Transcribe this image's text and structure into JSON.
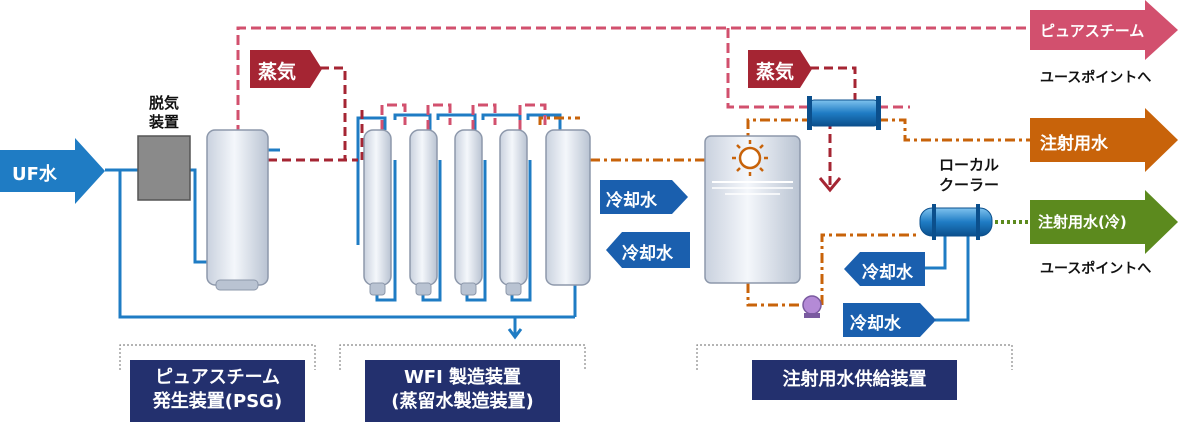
{
  "inputs": {
    "uf_water": "UF水"
  },
  "equipment": {
    "degasser": "脱気\n装置",
    "local_cooler": "ローカル\nクーラー"
  },
  "steam_labels": [
    "蒸気",
    "蒸気"
  ],
  "cooling_labels": [
    "冷却水",
    "冷却水",
    "冷却水",
    "冷却水"
  ],
  "outputs": {
    "pure_steam": "ピュアスチーム",
    "pure_steam_sub": "ユースポイントへ",
    "wfi": "注射用水",
    "wfi_cold": "注射用水(冷)",
    "wfi_cold_sub": "ユースポイントへ"
  },
  "sections": {
    "psg": "ピュアスチーム\n発生装置(PSG)",
    "wfi_unit": "WFI 製造装置\n(蒸留水製造装置)",
    "supply_unit": "注射用水供給装置"
  },
  "colors": {
    "blue_line": "#1f7cc4",
    "pink_line": "#d2506e",
    "steam_red": "#a52533",
    "orange": "#c8630a",
    "green": "#5c8a1e",
    "navy": "#23306e",
    "cooling_blue": "#1a5fae"
  }
}
